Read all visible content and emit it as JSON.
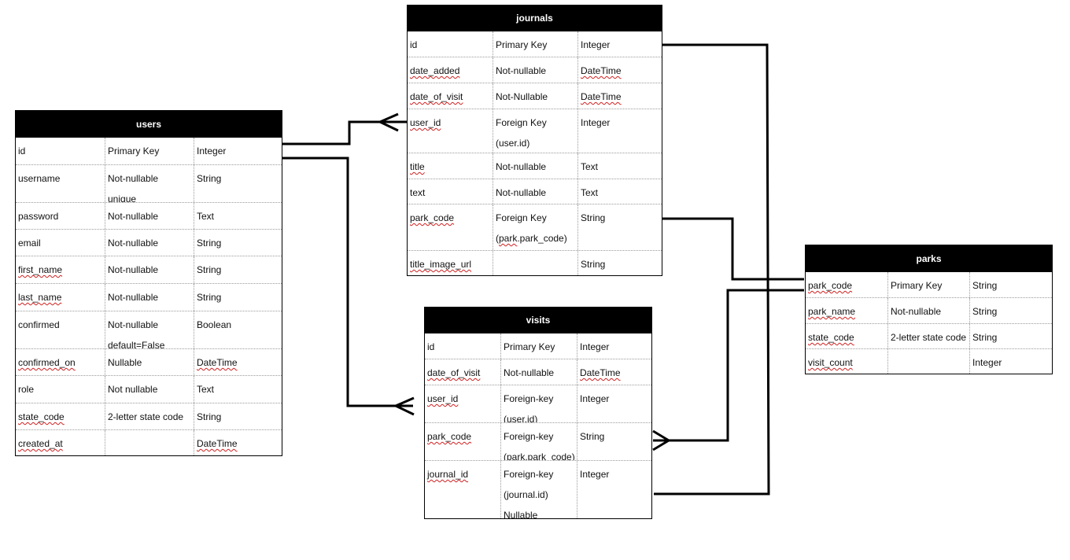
{
  "tables": {
    "users": {
      "title": "users",
      "rows": [
        {
          "name": "id",
          "constraint": [
            "Primary Key"
          ],
          "type": "Integer"
        },
        {
          "name": "username",
          "constraint": [
            "Not-nullable",
            "unique"
          ],
          "type": "String"
        },
        {
          "name": "password",
          "constraint": [
            "Not-nullable"
          ],
          "type": "Text"
        },
        {
          "name": "email",
          "constraint": [
            "Not-nullable"
          ],
          "type": "String"
        },
        {
          "name": "first_name",
          "constraint": [
            "Not-nullable"
          ],
          "type": "String"
        },
        {
          "name": "last_name",
          "constraint": [
            "Not-nullable"
          ],
          "type": "String"
        },
        {
          "name": "confirmed",
          "constraint": [
            "Not-nullable",
            "default=False"
          ],
          "type": "Boolean"
        },
        {
          "name": "confirmed_on",
          "constraint": [
            "Nullable"
          ],
          "type": "DateTime"
        },
        {
          "name": "role",
          "constraint": [
            "Not nullable"
          ],
          "type": "Text"
        },
        {
          "name": "state_code",
          "constraint": [
            "2-letter state code"
          ],
          "type": "String"
        },
        {
          "name": "created_at",
          "constraint": [
            ""
          ],
          "type": "DateTime"
        }
      ]
    },
    "journals": {
      "title": "journals",
      "rows": [
        {
          "name": "id",
          "constraint": [
            "Primary Key"
          ],
          "type": "Integer"
        },
        {
          "name": "date_added",
          "constraint": [
            "Not-nullable"
          ],
          "type": "DateTime"
        },
        {
          "name": "date_of_visit",
          "constraint": [
            "Not-Nullable"
          ],
          "type": "DateTime"
        },
        {
          "name": "user_id",
          "constraint": [
            "Foreign Key",
            "(user.id)"
          ],
          "type": "Integer"
        },
        {
          "name": "title",
          "constraint": [
            "Not-nullable"
          ],
          "type": "Text"
        },
        {
          "name": "text",
          "constraint": [
            "Not-nullable"
          ],
          "type": "Text"
        },
        {
          "name": "park_code",
          "constraint": [
            "Foreign Key",
            "(park.park_code)"
          ],
          "type": "String"
        },
        {
          "name": "title_image_url",
          "constraint": [
            ""
          ],
          "type": "String"
        }
      ]
    },
    "visits": {
      "title": "visits",
      "rows": [
        {
          "name": "id",
          "constraint": [
            "Primary Key"
          ],
          "type": "Integer"
        },
        {
          "name": "date_of_visit",
          "constraint": [
            "Not-nullable"
          ],
          "type": "DateTime"
        },
        {
          "name": "user_id",
          "constraint": [
            "Foreign-key",
            "(user.id)"
          ],
          "type": "Integer"
        },
        {
          "name": "park_code",
          "constraint": [
            "Foreign-key",
            "(park.park_code)"
          ],
          "type": "String"
        },
        {
          "name": "journal_id",
          "constraint": [
            "Foreign-key",
            "(journal.id)",
            "Nullable"
          ],
          "type": "Integer"
        }
      ]
    },
    "parks": {
      "title": "parks",
      "rows": [
        {
          "name": "park_code",
          "constraint": [
            "Primary Key"
          ],
          "type": "String"
        },
        {
          "name": "park_name",
          "constraint": [
            "Not-nullable"
          ],
          "type": "String"
        },
        {
          "name": "state_code",
          "constraint": [
            "2-letter state code"
          ],
          "type": "String"
        },
        {
          "name": "visit_count",
          "constraint": [
            ""
          ],
          "type": "Integer"
        }
      ]
    }
  },
  "relationships": [
    {
      "from": "users.id",
      "to": "journals.user_id",
      "cardinality": "one-to-many"
    },
    {
      "from": "users.id",
      "to": "visits.user_id",
      "cardinality": "one-to-many"
    },
    {
      "from": "journals.id",
      "to": "visits.journal_id",
      "cardinality": "one-to-one"
    },
    {
      "from": "parks.park_code",
      "to": "journals.park_code",
      "cardinality": "one-to-one"
    },
    {
      "from": "parks.park_code",
      "to": "visits.park_code",
      "cardinality": "one-to-many"
    }
  ],
  "colors": {
    "line": "#000000",
    "header_bg": "#000000",
    "header_text": "#ffffff",
    "spellcheck": "#d02020"
  }
}
